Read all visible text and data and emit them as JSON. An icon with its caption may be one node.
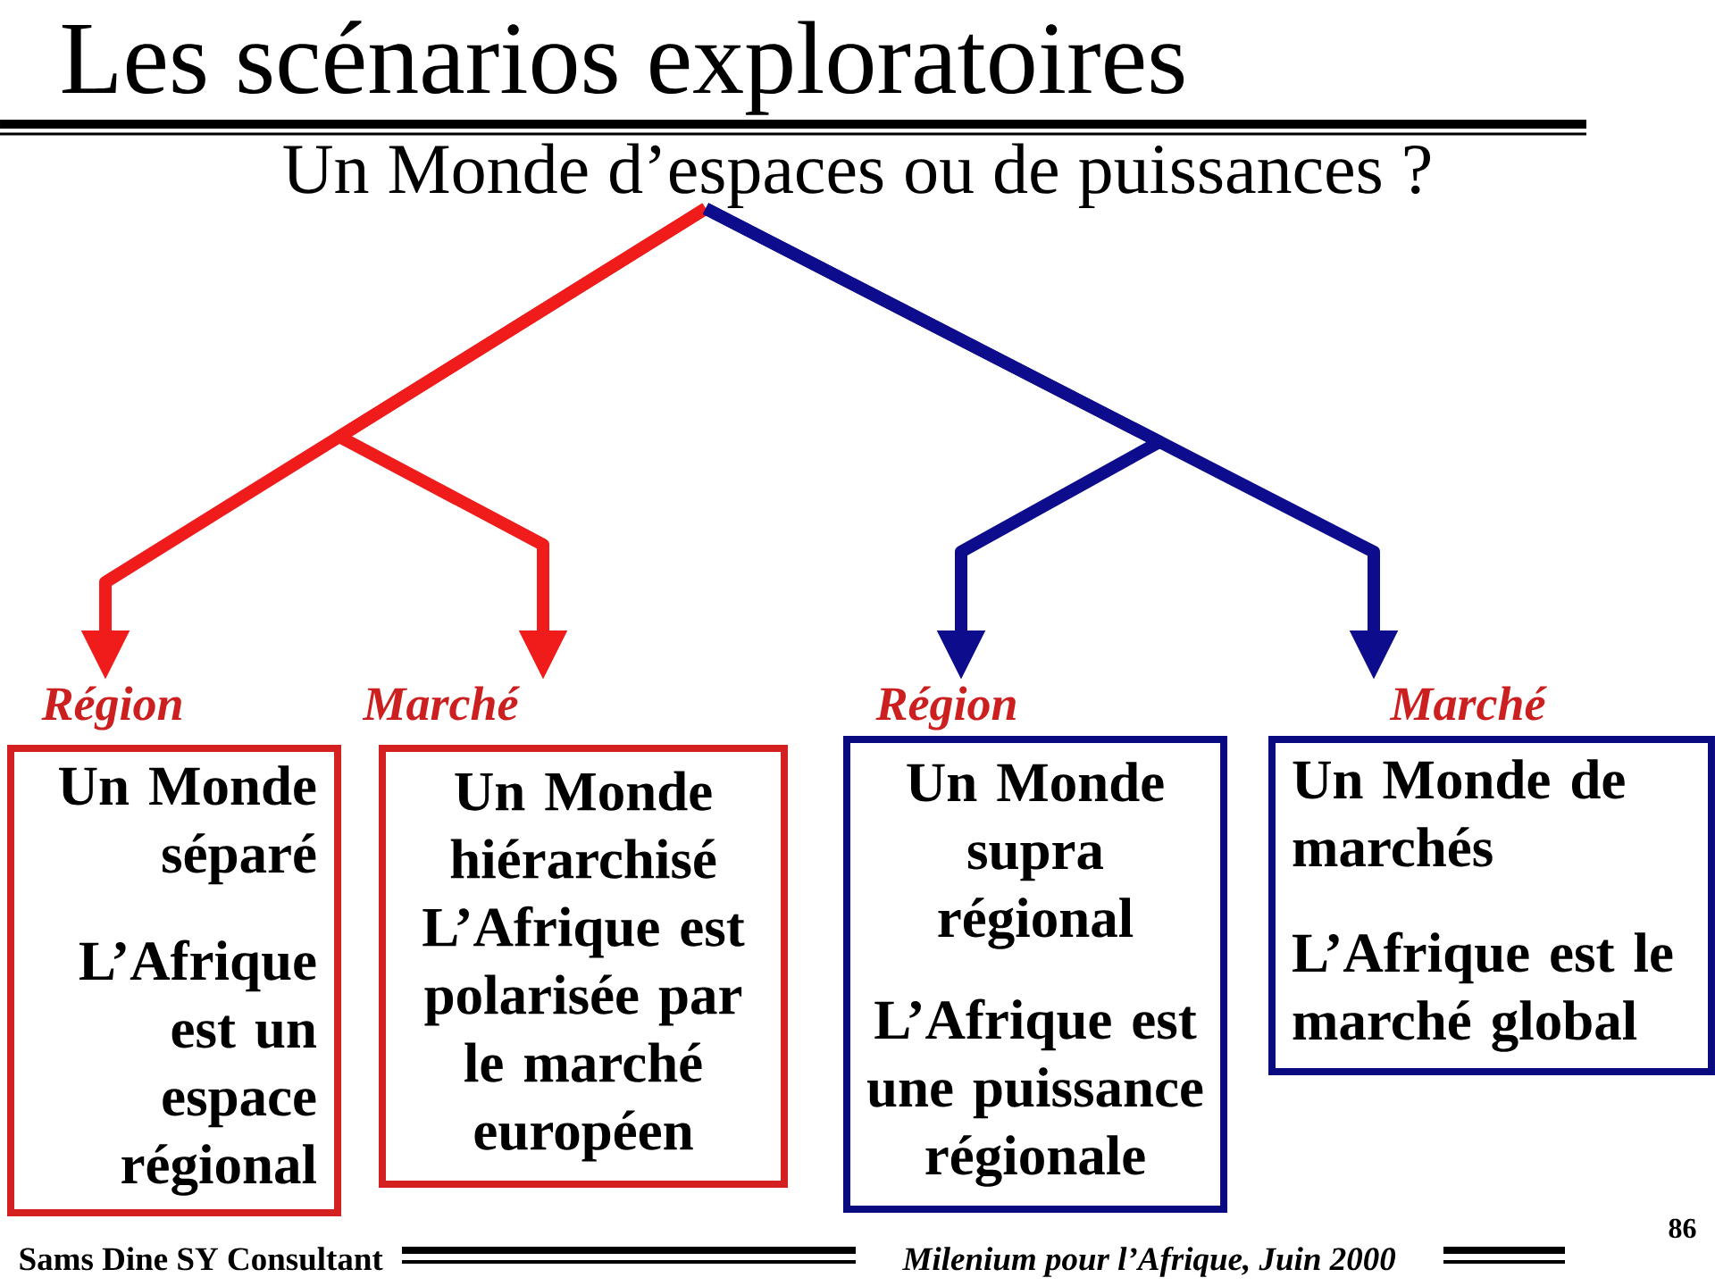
{
  "diagram": {
    "title": "Les scénarios exploratoires",
    "nodes": [
      {
        "text": [
          "Un Monde d’espaces ou de puissances ?"
        ]
      },
      {
        "text": [
          "Région",
          "Un Monde séparé",
          "L’Afrique est un espace régional"
        ]
      },
      {
        "text": [
          "Marché",
          "Un Monde hiérarchisé",
          "L’Afrique est polarisée par le marché européen"
        ]
      },
      {
        "text": [
          "Région",
          "Un Monde supra régional",
          "L’Afrique est une puissance régionale"
        ]
      },
      {
        "text": [
          "Marché",
          "Un Monde de marchés",
          "L’Afrique est le marché global"
        ]
      }
    ],
    "edges": [
      {
        "from": 0,
        "to": 1,
        "arrow": "to",
        "color": "#f01c1c"
      },
      {
        "from": 0,
        "to": 2,
        "arrow": "to",
        "color": "#f01c1c"
      },
      {
        "from": 0,
        "to": 3,
        "arrow": "to",
        "color": "#0c0c8c"
      },
      {
        "from": 0,
        "to": 4,
        "arrow": "to",
        "color": "#0c0c8c"
      }
    ],
    "labels": [
      "Sams Dine SY Consultant",
      "Milenium pour l’Afrique, Juin 2000",
      "86"
    ]
  }
}
